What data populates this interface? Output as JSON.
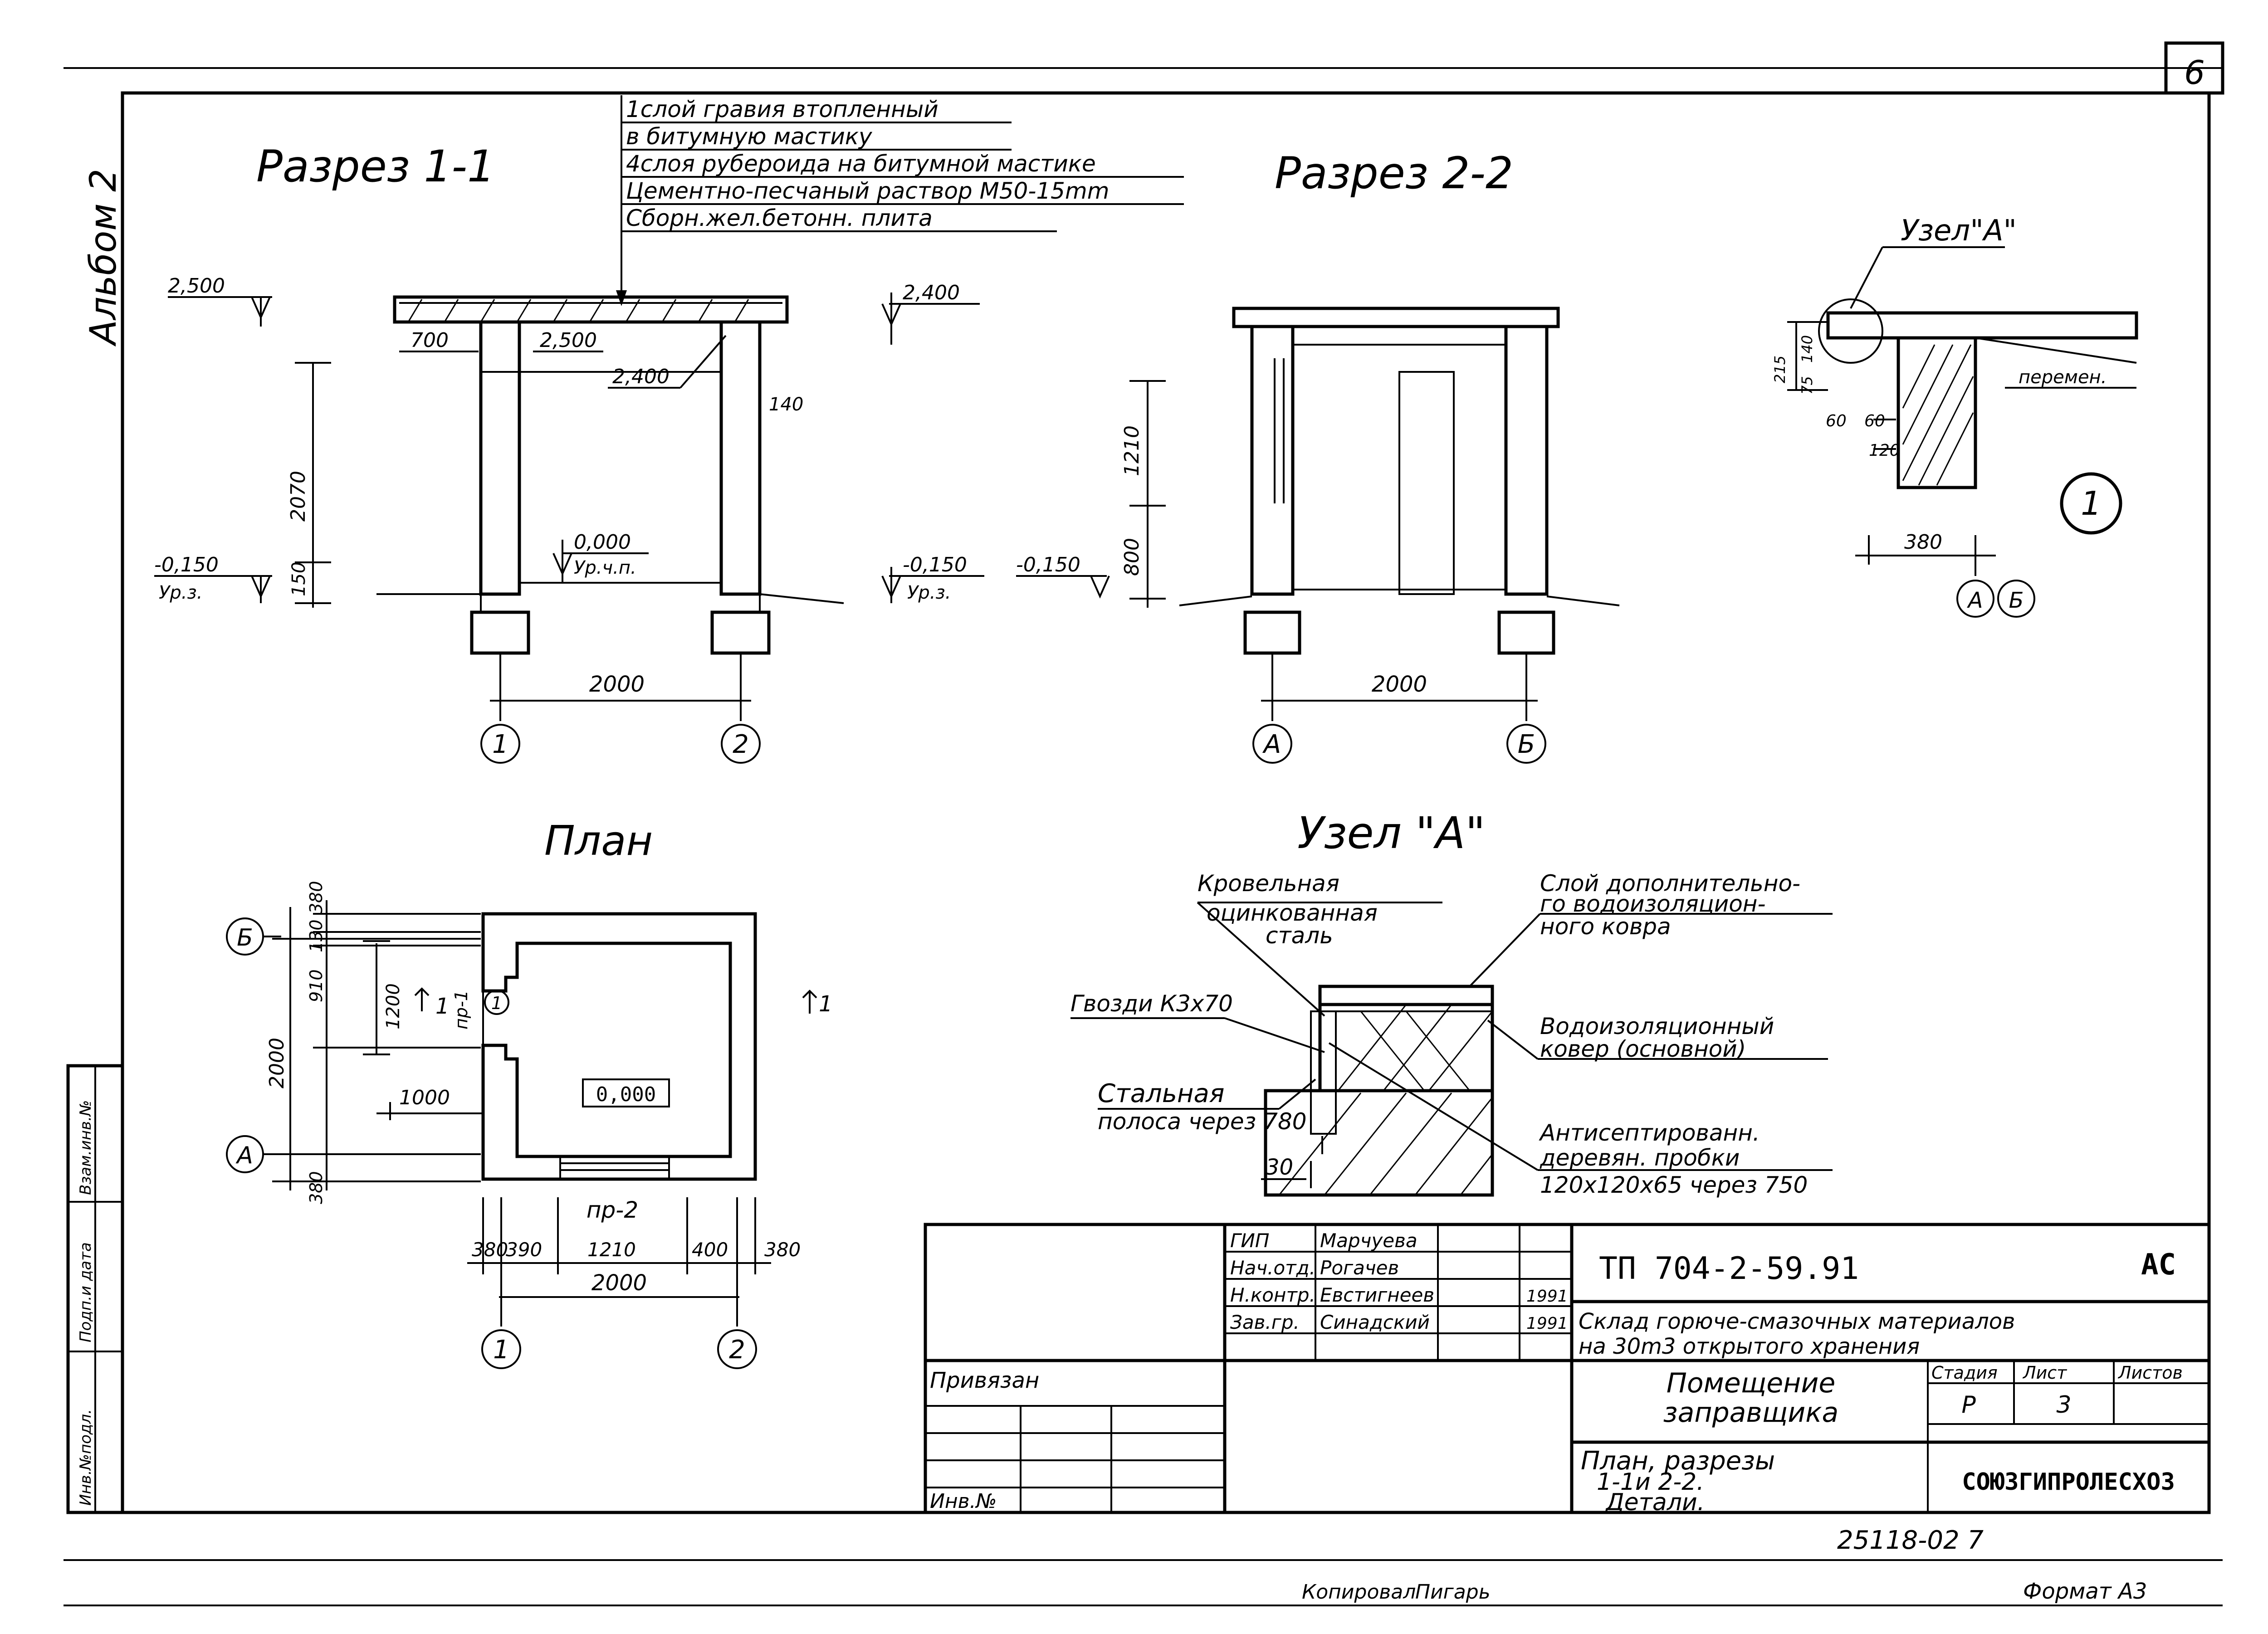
{
  "sheet_number": "6",
  "album_label": "Альбом 2",
  "section_1_title": "Разрез 1-1",
  "section_2_title": "Разрез 2-2",
  "plan_title": "План",
  "node_title": "Узел \"А\"",
  "node_small_title": "Узел\"А\"",
  "roof_layers": [
    "1слой гравия втопленный",
    "в битумную мастику",
    "4слоя рубероида на битумной мастике",
    "Цементно-песчаный раствор М50-15mm",
    "Сборн.жел.бетонн. плита"
  ],
  "section_1": {
    "elev_top_left": "2,500",
    "elev_top_right": "2,400",
    "dim_700": "700",
    "elev_2500": "2,500",
    "elev_2400": "2,400",
    "dim_140": "140",
    "dim_2070": "2070",
    "dim_150": "150",
    "elev_minus_left": "-0,150",
    "label_left": "Ур.з.",
    "elev_zero": "0,000",
    "label_zero": "Ур.ч.п.",
    "elev_minus_right": "-0,150",
    "label_right": "Ур.з.",
    "span": "2000",
    "axis_1": "1",
    "axis_2": "2"
  },
  "section_2": {
    "dim_1210": "1210",
    "dim_800": "800",
    "elev_minus": "-0,150",
    "span": "2000",
    "axis_a": "А",
    "axis_b": "Б"
  },
  "node_small": {
    "dim_215": "215",
    "dim_140": "140",
    "dim_75": "75",
    "dim_60a": "60",
    "dim_60b": "60",
    "dim_120": "120",
    "dim_380": "380",
    "label_lintel": "перемен.",
    "circle_label": "1",
    "axis_a": "А",
    "axis_b": "Б"
  },
  "plan": {
    "axis_b": "Б",
    "axis_a": "А",
    "dim_380_top": "380",
    "dim_130": "130",
    "dim_910": "910",
    "dim_1200": "1200",
    "dim_2000_v": "2000",
    "dim_1000": "1000",
    "dim_380_bottom": "380",
    "door_1": "пр-1",
    "door_2": "пр-2",
    "marker_1": "1",
    "cut_label": "1",
    "circle_1": "1",
    "level_box": "0,000",
    "dims_bottom": [
      "380",
      "390",
      "1210",
      "400",
      "380"
    ],
    "dim_2000_h": "2000",
    "axis_1": "1",
    "axis_2": "2"
  },
  "node_big": {
    "label_roof_steel": [
      "Кровельная",
      "оцинкованная",
      "сталь"
    ],
    "label_extra_layer": [
      "Слой дополнительно-",
      "го водоизоляцион-",
      "ного ковра"
    ],
    "label_nails": "Гвозди К3х70",
    "label_strip": [
      "Стальная",
      "полоса через 780"
    ],
    "label_main_carpet": [
      "Водоизоляционный",
      "ковер (основной)"
    ],
    "label_plugs": [
      "Антисептированн.",
      "деревян. пробки",
      "120х120х65 через 750"
    ],
    "dim_30": "30"
  },
  "title_block": {
    "roles": [
      "ГИП",
      "Нач.отд.",
      "Н.контр.",
      "Зав.гр."
    ],
    "names": [
      "Марчуева",
      "Рогачев",
      "Евстигнеев",
      "Синадский"
    ],
    "years": [
      "",
      "",
      "1991",
      "1991"
    ],
    "project_code": "ТП 704-2-59.91",
    "mark": "АС",
    "project_name": [
      "Склад горюче-смазочных материалов",
      "на 30m3 открытого хранения"
    ],
    "building_name": [
      "Помещение",
      "заправщика"
    ],
    "sheet_content": [
      "План, разрезы",
      "1-1и 2-2.",
      "Детали."
    ],
    "col_stage": "Стадия",
    "col_sheet": "Лист",
    "col_sheets": "Листов",
    "stage_value": "Р",
    "sheet_value": "3",
    "org": "СОЮЗГИПРОЛЕСХОЗ",
    "bound_label": "Привязан",
    "inv_label": "Инв.№"
  },
  "side_stamp": [
    "Инв.№подл.",
    "Подп.и дата",
    "Взам.инв.№"
  ],
  "doc_number": "25118-02  7",
  "copied_by": "Копировал",
  "copied_sign": "Пигарь",
  "format": "Формат А3"
}
